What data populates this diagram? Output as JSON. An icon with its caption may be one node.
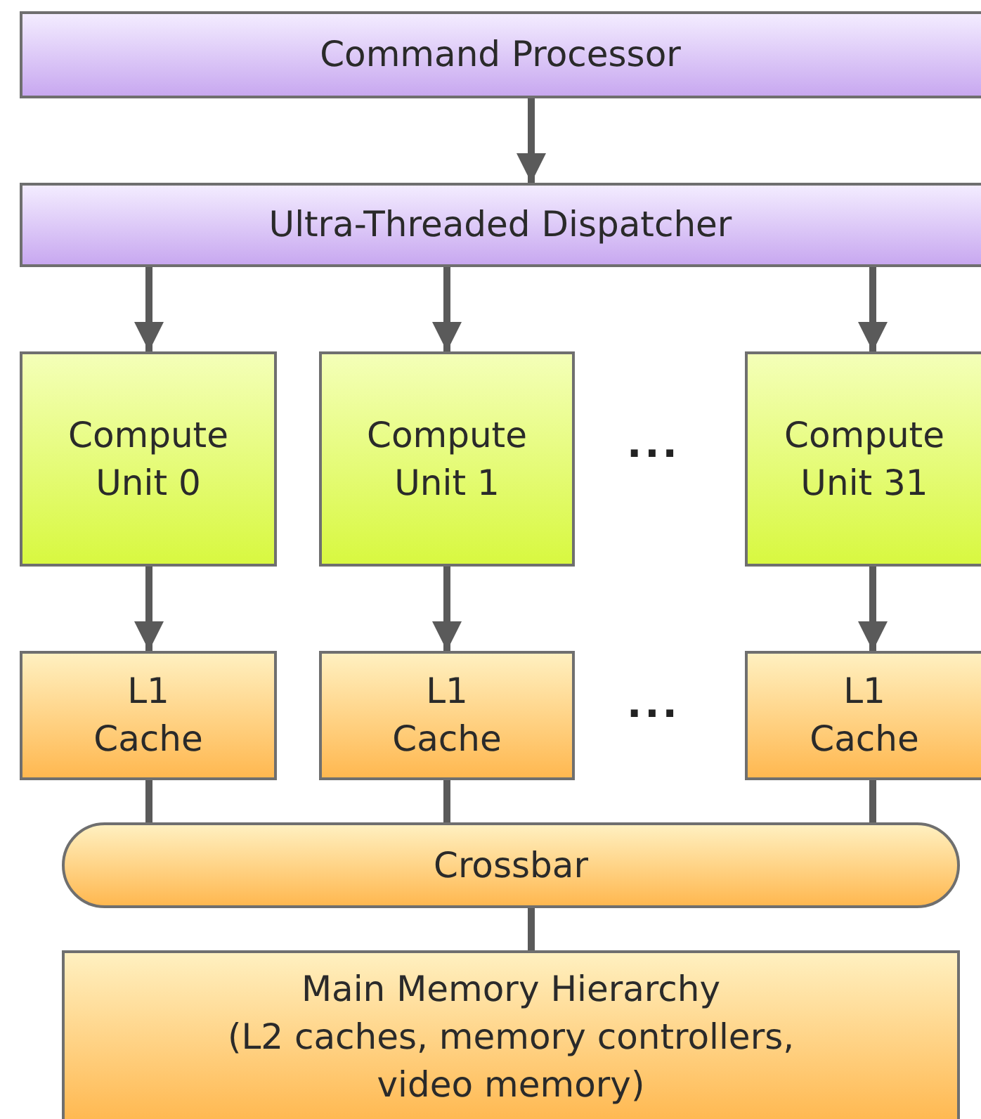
{
  "diagram": {
    "nodes": [
      {
        "text": [
          "Command Processor"
        ]
      },
      {
        "text": [
          "Ultra-Threaded Dispatcher"
        ]
      },
      {
        "text": [
          "Compute Unit 0"
        ]
      },
      {
        "text": [
          "Compute Unit 1"
        ]
      },
      {
        "text": [
          "Compute Unit 31"
        ]
      },
      {
        "text": [
          "L1 Cache"
        ]
      },
      {
        "text": [
          "L1 Cache"
        ]
      },
      {
        "text": [
          "L1 Cache"
        ]
      },
      {
        "text": [
          "Crossbar"
        ]
      },
      {
        "text": [
          "Main Memory Hierarchy",
          "(L2 caches, memory controllers, video memory)"
        ]
      }
    ],
    "edges": [
      {
        "from": 0,
        "to": 1,
        "arrow": "to"
      },
      {
        "from": 1,
        "to": 2,
        "arrow": "to"
      },
      {
        "from": 1,
        "to": 3,
        "arrow": "to"
      },
      {
        "from": 1,
        "to": 4,
        "arrow": "to"
      },
      {
        "from": 2,
        "to": 5,
        "arrow": "to"
      },
      {
        "from": 3,
        "to": 6,
        "arrow": "to"
      },
      {
        "from": 4,
        "to": 7,
        "arrow": "to"
      },
      {
        "from": 5,
        "to": 8,
        "arrow": "none"
      },
      {
        "from": 6,
        "to": 8,
        "arrow": "none"
      },
      {
        "from": 7,
        "to": 8,
        "arrow": "none"
      },
      {
        "from": 8,
        "to": 9,
        "arrow": "none"
      }
    ],
    "labels": [
      "...",
      "..."
    ]
  }
}
